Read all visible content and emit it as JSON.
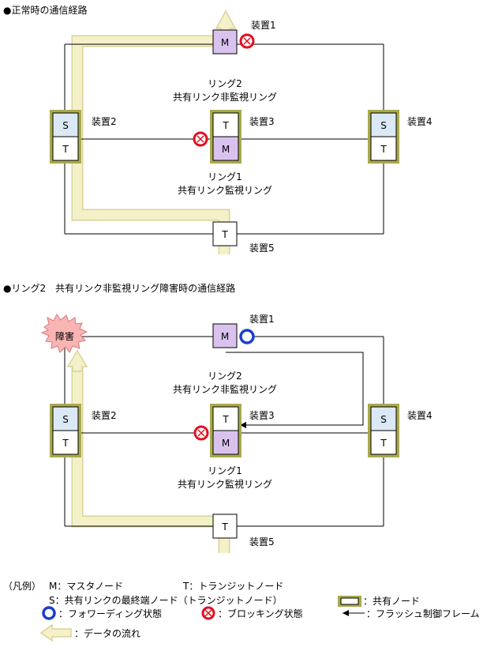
{
  "section1": {
    "title": "●正常時の通信経路"
  },
  "section2": {
    "title": "●リング2　共有リンク非監視リング障害時の通信経路",
    "fault_label": "障害"
  },
  "devices": {
    "d1": "装置1",
    "d2": "装置2",
    "d3": "装置3",
    "d4": "装置4",
    "d5": "装置5"
  },
  "node_letters": {
    "M": "M",
    "S": "S",
    "T": "T"
  },
  "rings": {
    "ring2_name": "リング2",
    "ring2_desc": "共有リンク非監視リング",
    "ring1_name": "リング1",
    "ring1_desc": "共有リンク監視リング"
  },
  "legend": {
    "prefix": "（凡例）",
    "m": "M：マスタノード",
    "t": "T：トランジットノード",
    "s": "S：共有リンクの最終端ノード（トランジットノード）",
    "shared_node": "：共有ノード",
    "forwarding": "：フォワーディング状態",
    "blocking": "：ブロッキング状態",
    "flush": "：フラッシュ制御フレーム",
    "data_flow": "：データの流れ"
  },
  "colors": {
    "master_fill": "#d9c3ee",
    "shared_fill": "#dbe8f5",
    "shared_frame": "#a9a94e",
    "data_flow": "#f4f0c8",
    "data_flow_edge": "#d9d39a",
    "blocking": "#e01020",
    "forwarding": "#1a3fd0",
    "fault_fill": "#f9b4b4"
  }
}
